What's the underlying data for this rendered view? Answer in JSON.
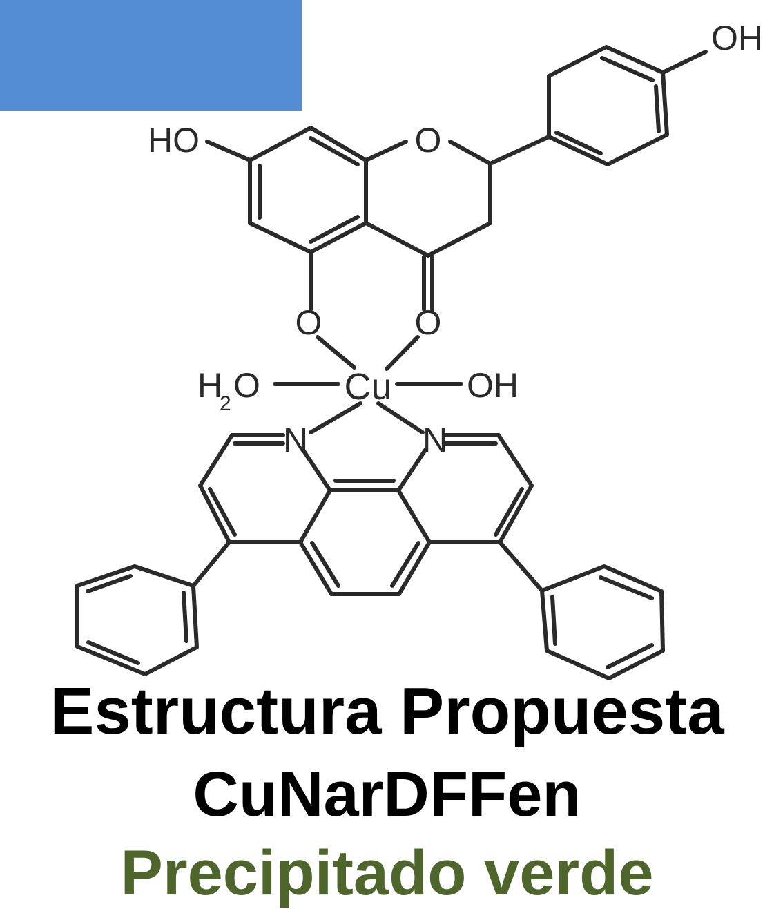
{
  "colors": {
    "blue_box": "#558dd4",
    "bond": "#2a2a2a",
    "caption": "#000000",
    "caption_green": "#4e662b"
  },
  "structure": {
    "atoms": {
      "oh_top": "OH",
      "ho_left": "HO",
      "ring_o": "O",
      "o_left": "O",
      "o_right": "O",
      "h2o_h": "H",
      "h2o_sub": "2",
      "h2o_o": "O",
      "cu": "Cu",
      "oh_cu": "OH",
      "n_left": "N",
      "n_right": "N"
    }
  },
  "captions": {
    "line1": "Estructura Propuesta",
    "line2": "CuNarDFFen",
    "line3": "Precipitado verde"
  }
}
